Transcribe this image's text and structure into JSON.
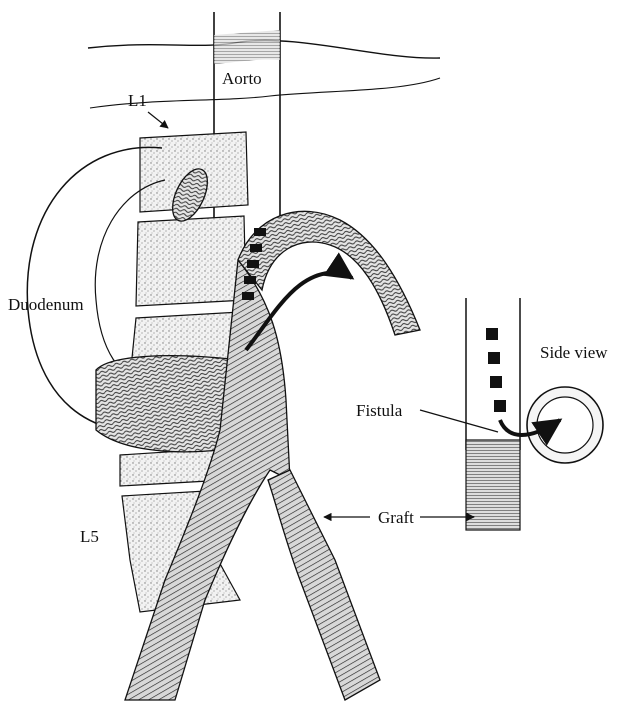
{
  "labels": {
    "aorto": "Aorto",
    "l1": "L1",
    "duodenum": "Duodenum",
    "l5": "L5",
    "graft": "Graft",
    "fistula": "Fistula",
    "side_view": "Side view"
  },
  "colors": {
    "ink": "#111111",
    "stipple": "#c9c9c9",
    "hatch": "#2a2a2a",
    "background": "#ffffff"
  }
}
